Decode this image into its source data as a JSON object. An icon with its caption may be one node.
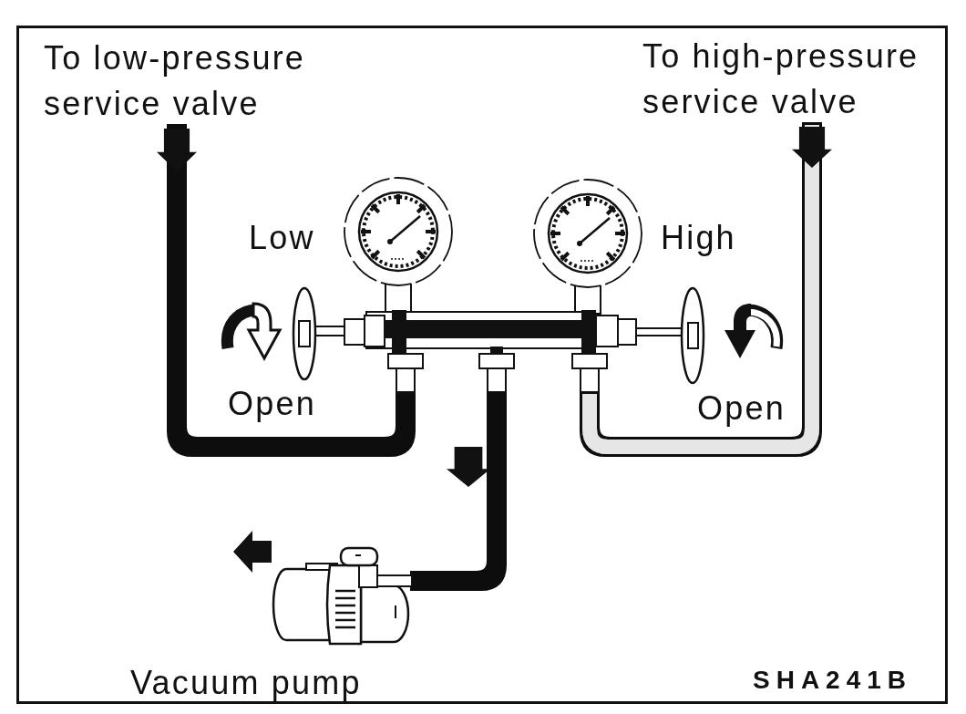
{
  "diagram": {
    "nodes": [
      {
        "text": [
          "To low-pressure service valve"
        ]
      },
      {
        "text": [
          "To high-pressure service valve"
        ]
      },
      {
        "text": [],
        "shape": "picture"
      },
      {
        "text": [
          "Vacuum pump"
        ]
      }
    ],
    "edges": [
      {
        "from": 0,
        "to": 2,
        "arrow": "none"
      },
      {
        "from": 1,
        "to": 2,
        "arrow": "none",
        "color": "#e6e6e6"
      },
      {
        "from": 2,
        "to": 3,
        "arrow": "none"
      }
    ],
    "labels": [
      "Low",
      "High",
      "Open",
      "Open",
      "SHA241B"
    ]
  }
}
